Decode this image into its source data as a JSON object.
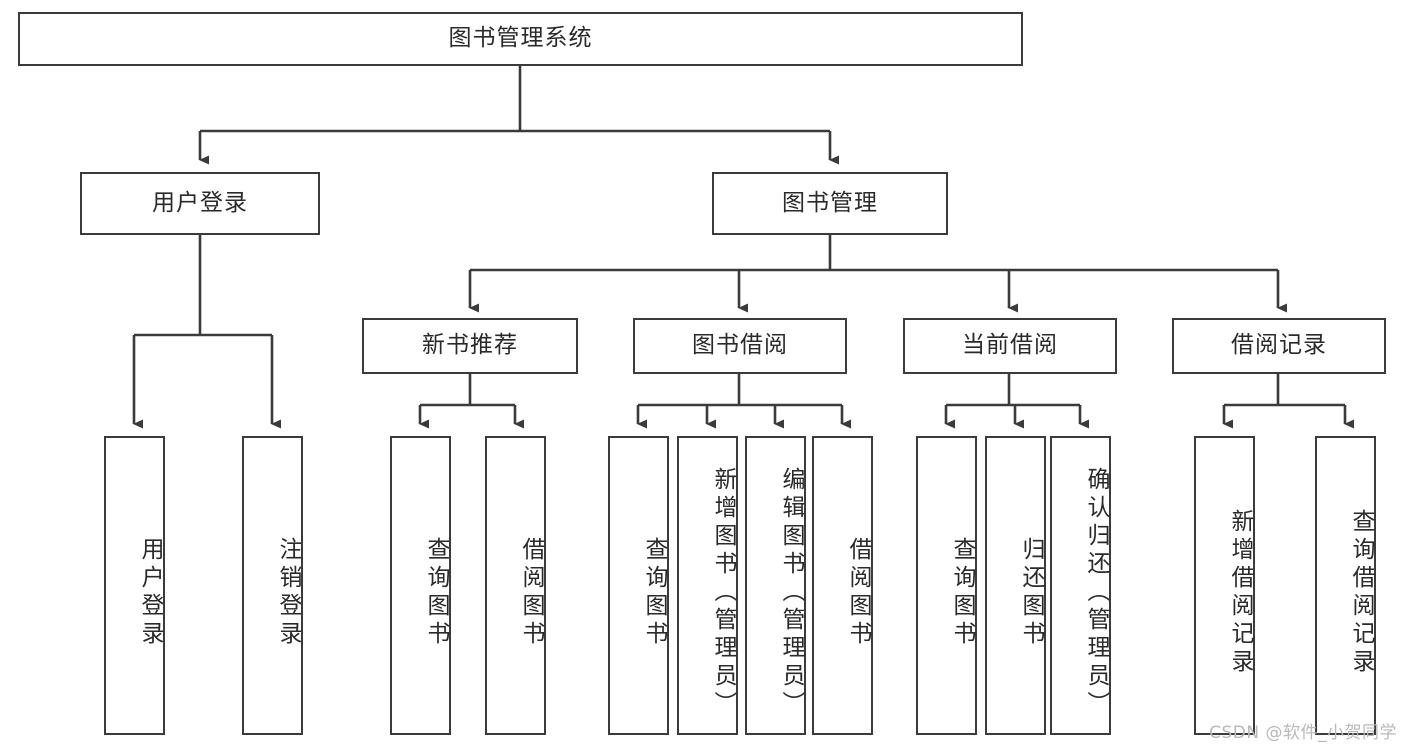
{
  "diagram": {
    "title": "图书管理系统",
    "type": "tree-hierarchy-diagram",
    "stroke_color": "#3b3b3b",
    "fill_color": "#ffffff",
    "text_color": "#2a2a2a"
  },
  "root": {
    "label": "图书管理系统"
  },
  "level2": [
    {
      "label": "用户登录"
    },
    {
      "label": "图书管理"
    }
  ],
  "level3": [
    {
      "label": "新书推荐"
    },
    {
      "label": "图书借阅"
    },
    {
      "label": "当前借阅"
    },
    {
      "label": "借阅记录"
    }
  ],
  "leaves": {
    "user_login": [
      {
        "label": "用户登录"
      },
      {
        "label": "注销登录"
      }
    ],
    "new_book_recommend": [
      {
        "label": "查询图书"
      },
      {
        "label": "借阅图书"
      }
    ],
    "book_borrow": [
      {
        "label": "查询图书"
      },
      {
        "label": "新增图书（管理员）"
      },
      {
        "label": "编辑图书（管理员）"
      },
      {
        "label": "借阅图书"
      }
    ],
    "current_borrow": [
      {
        "label": "查询图书"
      },
      {
        "label": "归还图书"
      },
      {
        "label": "确认归还（管理员）"
      }
    ],
    "borrow_record": [
      {
        "label": "新增借阅记录"
      },
      {
        "label": "查询借阅记录"
      }
    ]
  },
  "watermark": {
    "text": "CSDN @软件_小贺同学"
  }
}
